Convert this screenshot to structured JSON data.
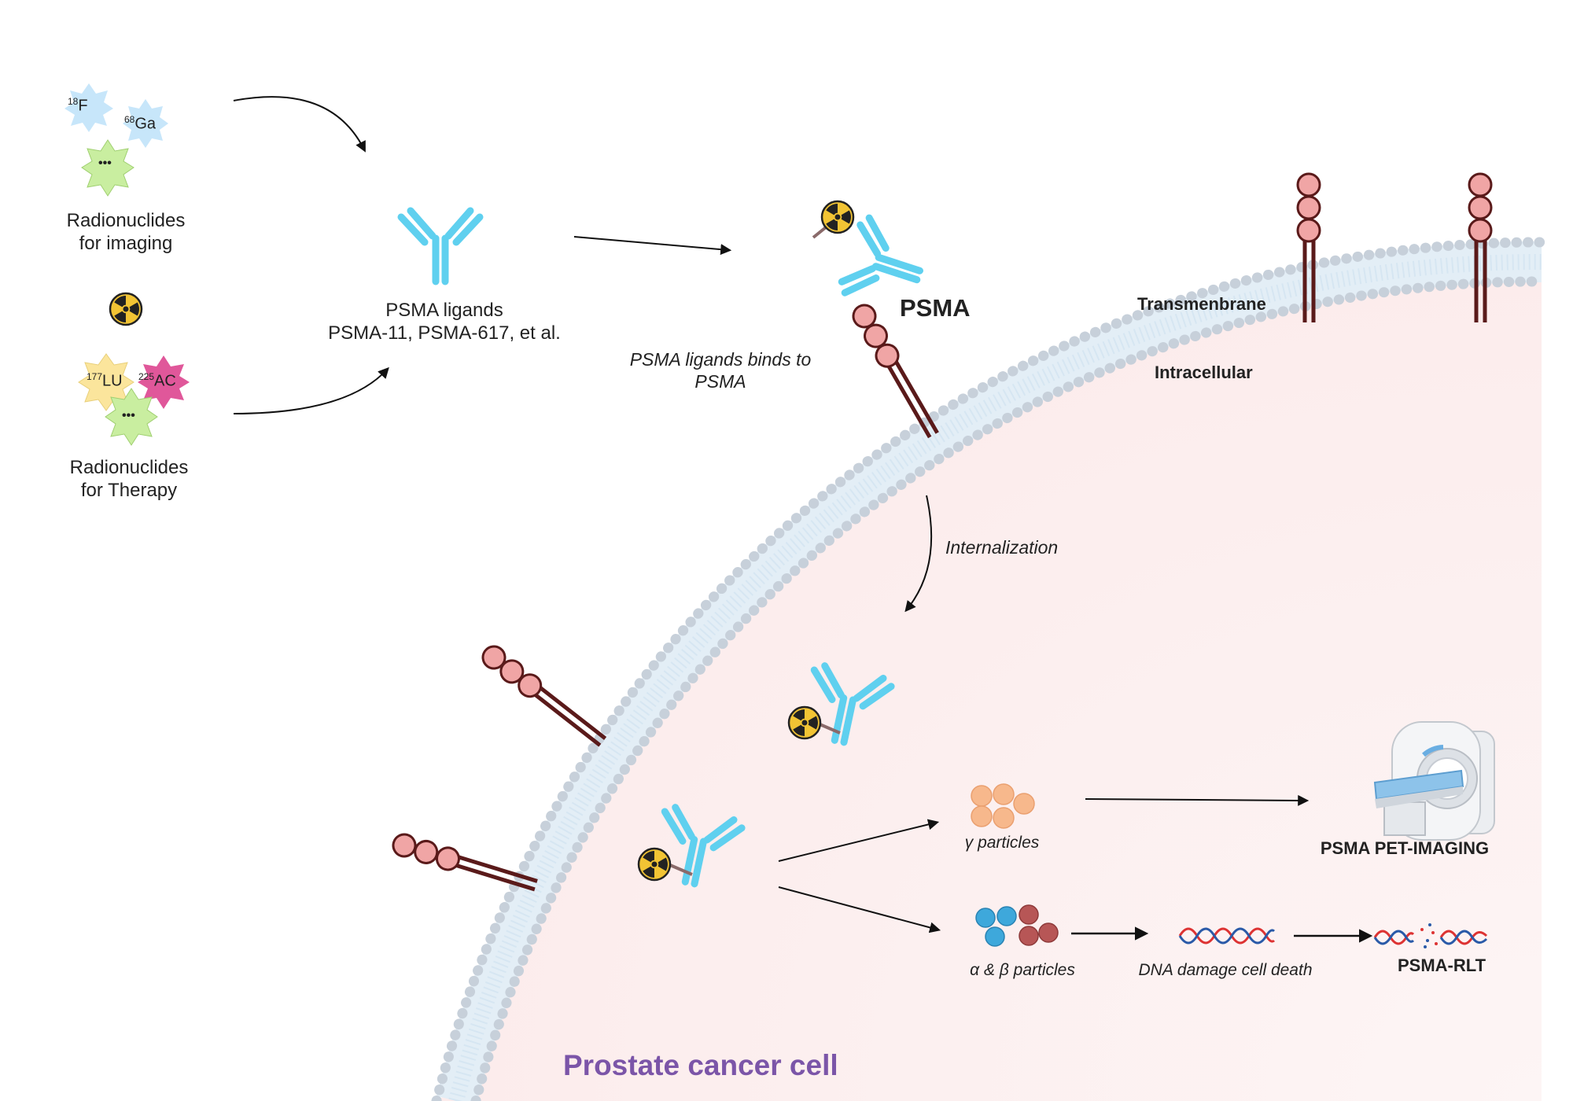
{
  "left": {
    "imaging": {
      "isotope1": {
        "mass": "18",
        "symbol": "F"
      },
      "isotope2": {
        "mass": "68",
        "symbol": "Ga"
      },
      "more": "•••",
      "label_line1": "Radionuclides",
      "label_line2": "for imaging"
    },
    "therapy": {
      "isotope1": {
        "mass": "177",
        "symbol": "LU"
      },
      "isotope2": {
        "mass": "225",
        "symbol": "AC"
      },
      "more": "•••",
      "label_line1": "Radionuclides",
      "label_line2": "for Therapy"
    }
  },
  "ligands": {
    "line1": "PSMA ligands",
    "line2": "PSMA-11, PSMA-617, et al."
  },
  "binding": {
    "line1": "PSMA ligands binds to",
    "line2": "PSMA"
  },
  "receptor_label": "PSMA",
  "membrane": {
    "outer_label": "Transmenbrane",
    "inner_label": "Intracellular"
  },
  "internalization": "Internalization",
  "outputs": {
    "gamma": "γ particles",
    "pet_imaging": "PSMA PET-IMAGING",
    "alpha_beta": "α & β particles",
    "dna": "DNA damage cell death",
    "rlt": "PSMA-RLT"
  },
  "cell_label": "Prostate cancer cell",
  "colors": {
    "antibody": "#5fd0ef",
    "receptor_bead": "#f0a5a5",
    "receptor_stalk": "#5a1a1a",
    "radiation_yellow": "#f2c434",
    "imaging_star_blue": "#c7e6fa",
    "star_green": "#c9eea0",
    "lu_star": "#fbe59c",
    "ac_star": "#e0579a",
    "gamma_particle": "#f7b88c",
    "alpha_particle": "#3ea8db",
    "beta_particle": "#b75656",
    "cell_label": "#7b55a8",
    "cell_fill": "#fdf2f2",
    "membrane": "#c7d0da"
  }
}
